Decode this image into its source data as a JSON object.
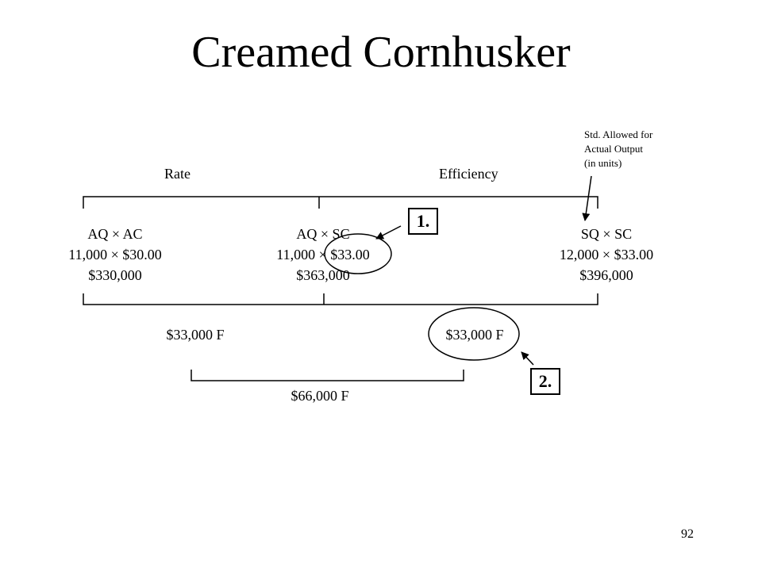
{
  "title": "Creamed Cornhusker",
  "headers": {
    "rate": "Rate",
    "efficiency": "Efficiency"
  },
  "note": {
    "line1": "Std. Allowed for",
    "line2": "Actual Output",
    "line3": "(in units)"
  },
  "columns": [
    {
      "formula": "AQ × AC",
      "calc": "11,000 × $30.00",
      "total": "$330,000"
    },
    {
      "formula": "AQ × SC",
      "calc": "11,000 × $33.00",
      "total": "$363,000"
    },
    {
      "formula": "SQ × SC",
      "calc": "12,000 × $33.00",
      "total": "$396,000"
    }
  ],
  "variances": {
    "rate": "$33,000 F",
    "efficiency": "$33,000 F",
    "total": "$66,000 F"
  },
  "callouts": {
    "one": "1.",
    "two": "2."
  },
  "page_number": "92",
  "colors": {
    "background": "#ffffff",
    "ink": "#000000"
  }
}
